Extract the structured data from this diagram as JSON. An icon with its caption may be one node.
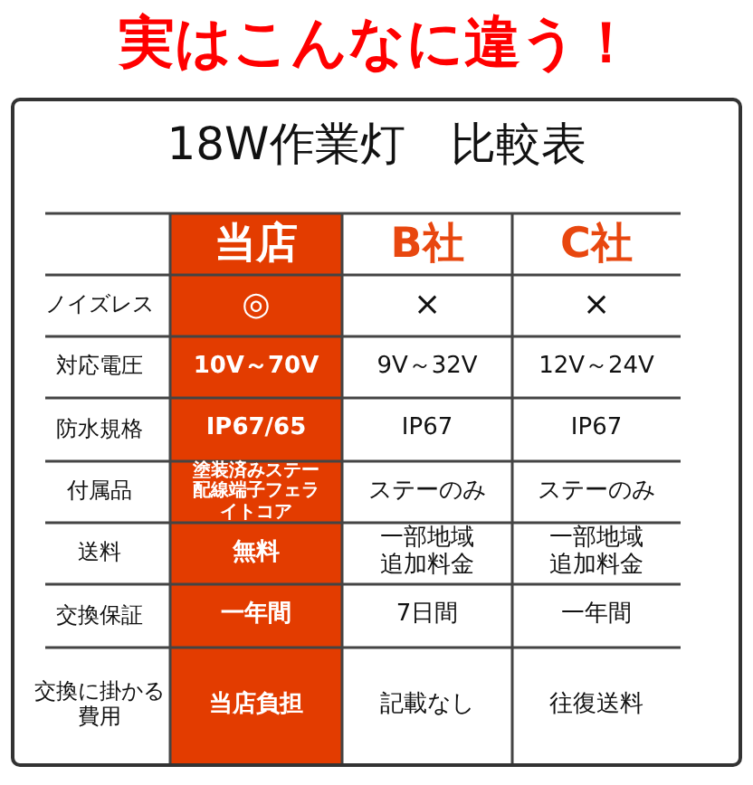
{
  "diagram": {
    "title": "実はこんなに違う！",
    "labels": [
      "18W作業灯　比較表",
      "当店",
      "B社",
      "C社",
      "ノイズレス",
      "◎",
      "×",
      "×",
      "対応電圧",
      "10V～70V",
      "9V～32V",
      "12V～24V",
      "防水規格",
      "IP67/65",
      "IP67",
      "IP67",
      "付属品",
      "塗装済みステー配線端子フェライトコア",
      "ステーのみ",
      "ステーのみ",
      "送料",
      "無料",
      "一部地域追加料金",
      "一部地域追加料金",
      "交換保証",
      "一年間",
      "7日間",
      "一年間",
      "交換に掛かる費用",
      "当店負担",
      "記載なし",
      "往復送料"
    ]
  }
}
